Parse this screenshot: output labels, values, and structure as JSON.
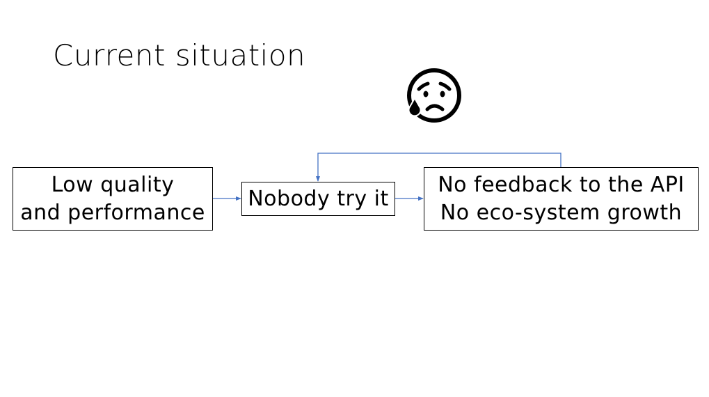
{
  "slide": {
    "title": "Current situation"
  },
  "emoji": {
    "icon": "sad-but-relieved-face-icon"
  },
  "diagram": {
    "nodes": [
      {
        "id": "low-quality",
        "lines": [
          "Low quality",
          "and performance"
        ]
      },
      {
        "id": "nobody",
        "lines": [
          "Nobody try it"
        ]
      },
      {
        "id": "no-feedback",
        "lines": [
          "No feedback to the API",
          "No eco-system growth"
        ]
      }
    ],
    "edges": [
      {
        "from": "low-quality",
        "to": "nobody"
      },
      {
        "from": "nobody",
        "to": "no-feedback"
      },
      {
        "from": "no-feedback",
        "to": "nobody",
        "kind": "feedback-loop"
      }
    ],
    "arrow_color": "#4472C4"
  }
}
